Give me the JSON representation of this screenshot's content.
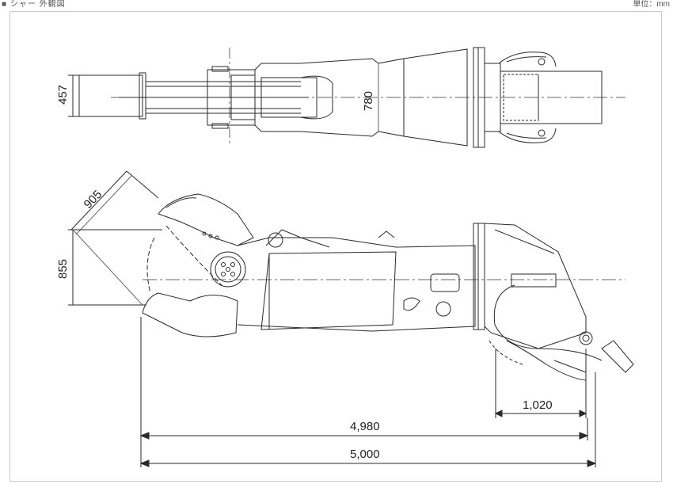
{
  "header": {
    "left_text": "■ シャー 外観図",
    "right_text": "単位：mm"
  },
  "dimensions": {
    "top_height": "457",
    "top_width": "780",
    "jaw_opening": "905",
    "jaw_height": "855",
    "pin_offset": "1,020",
    "overall_length_inner": "4,980",
    "overall_length_outer": "5,000"
  },
  "colors": {
    "line": "#2a2a2a",
    "centerline": "#666666",
    "frame": "#c9c9c9"
  }
}
